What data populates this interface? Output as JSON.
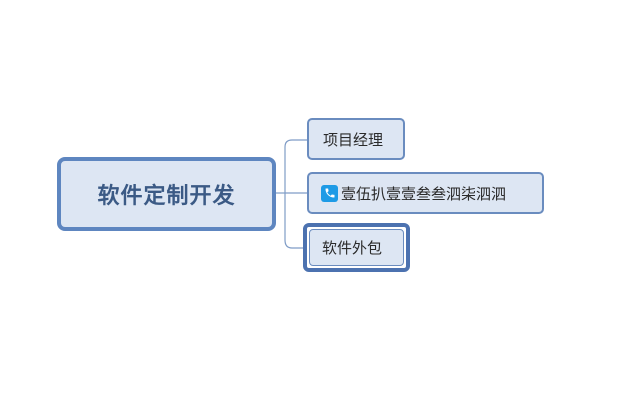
{
  "mindmap": {
    "root": {
      "label": "软件定制开发"
    },
    "children": [
      {
        "label": "项目经理"
      },
      {
        "label": "壹伍扒壹壹叁叁泗柒泗泗",
        "icon": "phone-icon"
      },
      {
        "label": "软件外包",
        "selected": true
      }
    ]
  },
  "colors": {
    "root_border": "#5e86c0",
    "node_fill": "#dde6f3",
    "node_border": "#6a8cbf",
    "root_text": "#3b5a85",
    "connector": "#7f9cc6",
    "phone_icon": "#1e9be6"
  }
}
